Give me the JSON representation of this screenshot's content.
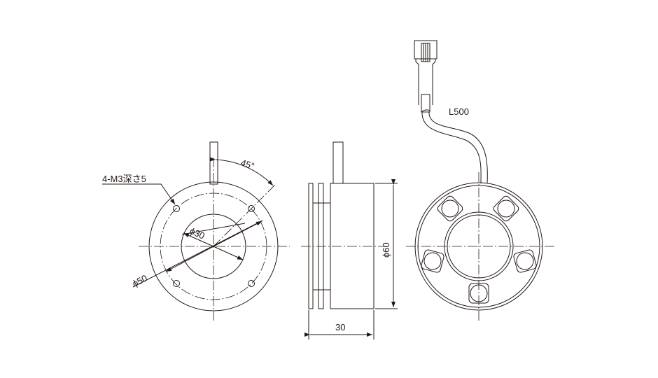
{
  "labels": {
    "tap_holes": "4-M3深さ5",
    "angle": "45°",
    "dia_inner": "ϕ30",
    "dia_pcd": "ϕ50",
    "dia_outer": "ϕ60",
    "length": "30",
    "cable_length": "L500"
  },
  "colors": {
    "line": "#231815",
    "background": "#ffffff"
  }
}
